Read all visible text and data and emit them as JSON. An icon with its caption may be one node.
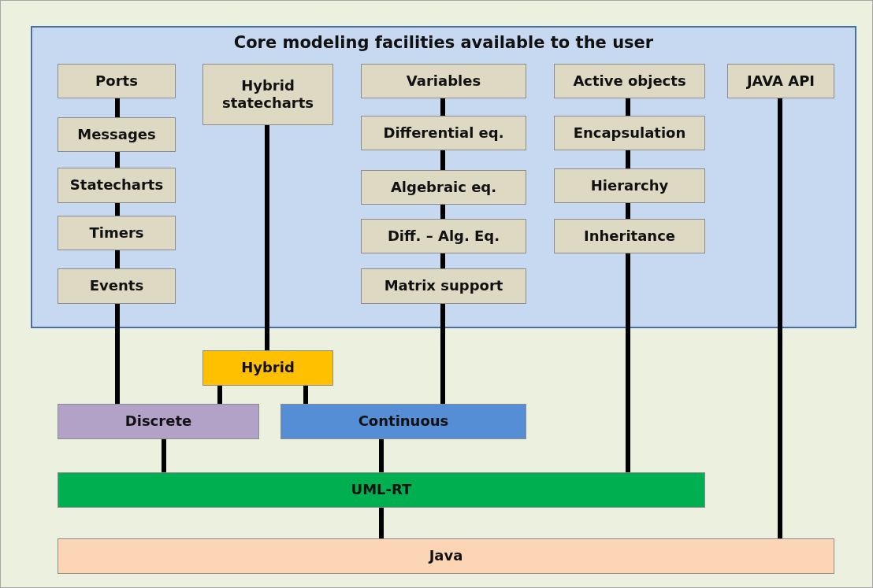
{
  "diagram": {
    "nodes": [
      {
        "text": [
          "Core modeling facilities available to the user"
        ]
      },
      {
        "text": [
          "Ports"
        ],
        "in": 0
      },
      {
        "text": [
          "Messages"
        ],
        "in": 0
      },
      {
        "text": [
          "Statecharts"
        ],
        "in": 0
      },
      {
        "text": [
          "Timers"
        ],
        "in": 0
      },
      {
        "text": [
          "Events"
        ],
        "in": 0
      },
      {
        "text": [
          "Hybrid statecharts"
        ],
        "in": 0
      },
      {
        "text": [
          "Variables"
        ],
        "in": 0
      },
      {
        "text": [
          "Differential eq."
        ],
        "in": 0
      },
      {
        "text": [
          "Algebraic eq."
        ],
        "in": 0
      },
      {
        "text": [
          "Diff. – Alg. Eq."
        ],
        "in": 0
      },
      {
        "text": [
          "Matrix support"
        ],
        "in": 0
      },
      {
        "text": [
          "Active objects"
        ],
        "in": 0
      },
      {
        "text": [
          "Encapsulation"
        ],
        "in": 0
      },
      {
        "text": [
          "Hierarchy"
        ],
        "in": 0
      },
      {
        "text": [
          "Inheritance"
        ],
        "in": 0
      },
      {
        "text": [
          "JAVA API"
        ],
        "in": 0
      },
      {
        "text": [
          "Hybrid"
        ]
      },
      {
        "text": [
          "Discrete"
        ]
      },
      {
        "text": [
          "Continuous"
        ]
      },
      {
        "text": [
          "UML-RT"
        ]
      },
      {
        "text": [
          "Java"
        ]
      }
    ],
    "edges": [
      {
        "from": 1,
        "to": 2,
        "arrow": "none"
      },
      {
        "from": 2,
        "to": 3,
        "arrow": "none"
      },
      {
        "from": 3,
        "to": 4,
        "arrow": "none"
      },
      {
        "from": 4,
        "to": 5,
        "arrow": "none"
      },
      {
        "from": 5,
        "to": 18,
        "arrow": "none"
      },
      {
        "from": 6,
        "to": 17,
        "arrow": "none"
      },
      {
        "from": 17,
        "to": 18,
        "arrow": "none"
      },
      {
        "from": 17,
        "to": 19,
        "arrow": "none"
      },
      {
        "from": 7,
        "to": 8,
        "arrow": "none"
      },
      {
        "from": 8,
        "to": 9,
        "arrow": "none"
      },
      {
        "from": 9,
        "to": 10,
        "arrow": "none"
      },
      {
        "from": 10,
        "to": 11,
        "arrow": "none"
      },
      {
        "from": 11,
        "to": 19,
        "arrow": "none"
      },
      {
        "from": 12,
        "to": 13,
        "arrow": "none"
      },
      {
        "from": 13,
        "to": 14,
        "arrow": "none"
      },
      {
        "from": 14,
        "to": 15,
        "arrow": "none"
      },
      {
        "from": 15,
        "to": 20,
        "arrow": "none"
      },
      {
        "from": 16,
        "to": 21,
        "arrow": "none"
      },
      {
        "from": 18,
        "to": 20,
        "arrow": "none"
      },
      {
        "from": 19,
        "to": 20,
        "arrow": "none"
      },
      {
        "from": 20,
        "to": 21,
        "arrow": "none"
      }
    ]
  }
}
